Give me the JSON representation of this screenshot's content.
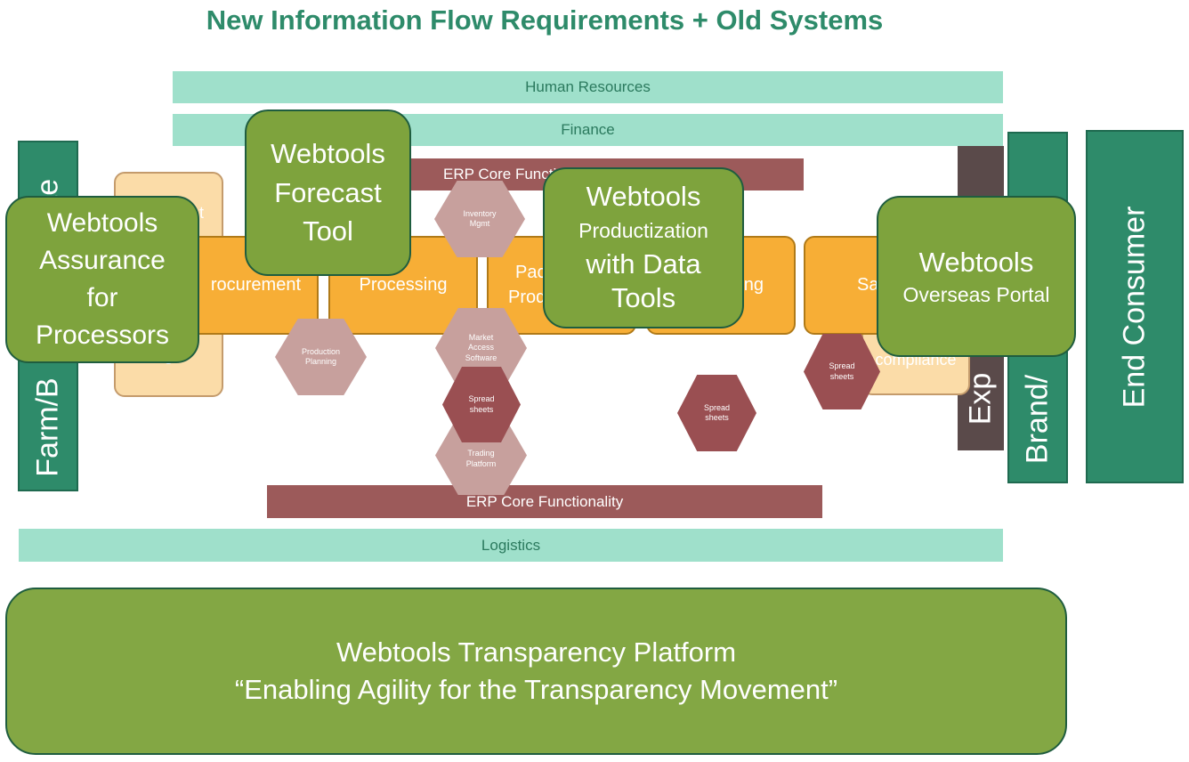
{
  "title": "New Information Flow Requirements + Old Systems",
  "bands": {
    "human_resources": "Human Resources",
    "finance": "Finance",
    "logistics": "Logistics"
  },
  "erp": {
    "top": "ERP Core Functionality",
    "bottom": "ERP Core Functionality"
  },
  "side_bars": {
    "farm": "Farm/B",
    "farm_top": "te",
    "export": "Exp",
    "brand": "Brand/",
    "end_consumer": "End Consumer"
  },
  "process_boxes": {
    "procurement": "rocurement",
    "processing": "Processing",
    "packing_1": "Pac",
    "packing_2": "Prod",
    "marketing": "ing",
    "sales": "Sa",
    "contract": "t",
    "lower_left": "g",
    "compliance": "compliance"
  },
  "hexagons": {
    "inventory": [
      "Inventory",
      "Mgmt"
    ],
    "production_planning": [
      "Production",
      "Planning"
    ],
    "market_access": [
      "Market",
      "Access",
      "Software"
    ],
    "spreadsheets_center": [
      "Spread",
      "sheets"
    ],
    "trading_platform": [
      "Trading",
      "Platform"
    ],
    "spreadsheets_right": [
      "Spread",
      "sheets"
    ],
    "spreadsheets_sales": [
      "Spread",
      "sheets"
    ]
  },
  "webtools": {
    "assurance": [
      "Webtools",
      "Assurance",
      "for",
      "Processors"
    ],
    "forecast": [
      "Webtools",
      "Forecast",
      "Tool"
    ],
    "productization": [
      "Webtools",
      "Productization",
      "with Data",
      "Tools"
    ],
    "overseas": [
      "Webtools",
      "Overseas Portal"
    ]
  },
  "platform": {
    "line1": "Webtools Transparency Platform",
    "line2": "“Enabling Agility for the Transparency Movement”"
  },
  "colors": {
    "title": "#2e8b6a",
    "band": "#9fe0cb",
    "erp": "#9c5a5a",
    "process": "#f7ae36",
    "webtools": "#7ea33d",
    "side_bar": "#2e8b6a"
  }
}
